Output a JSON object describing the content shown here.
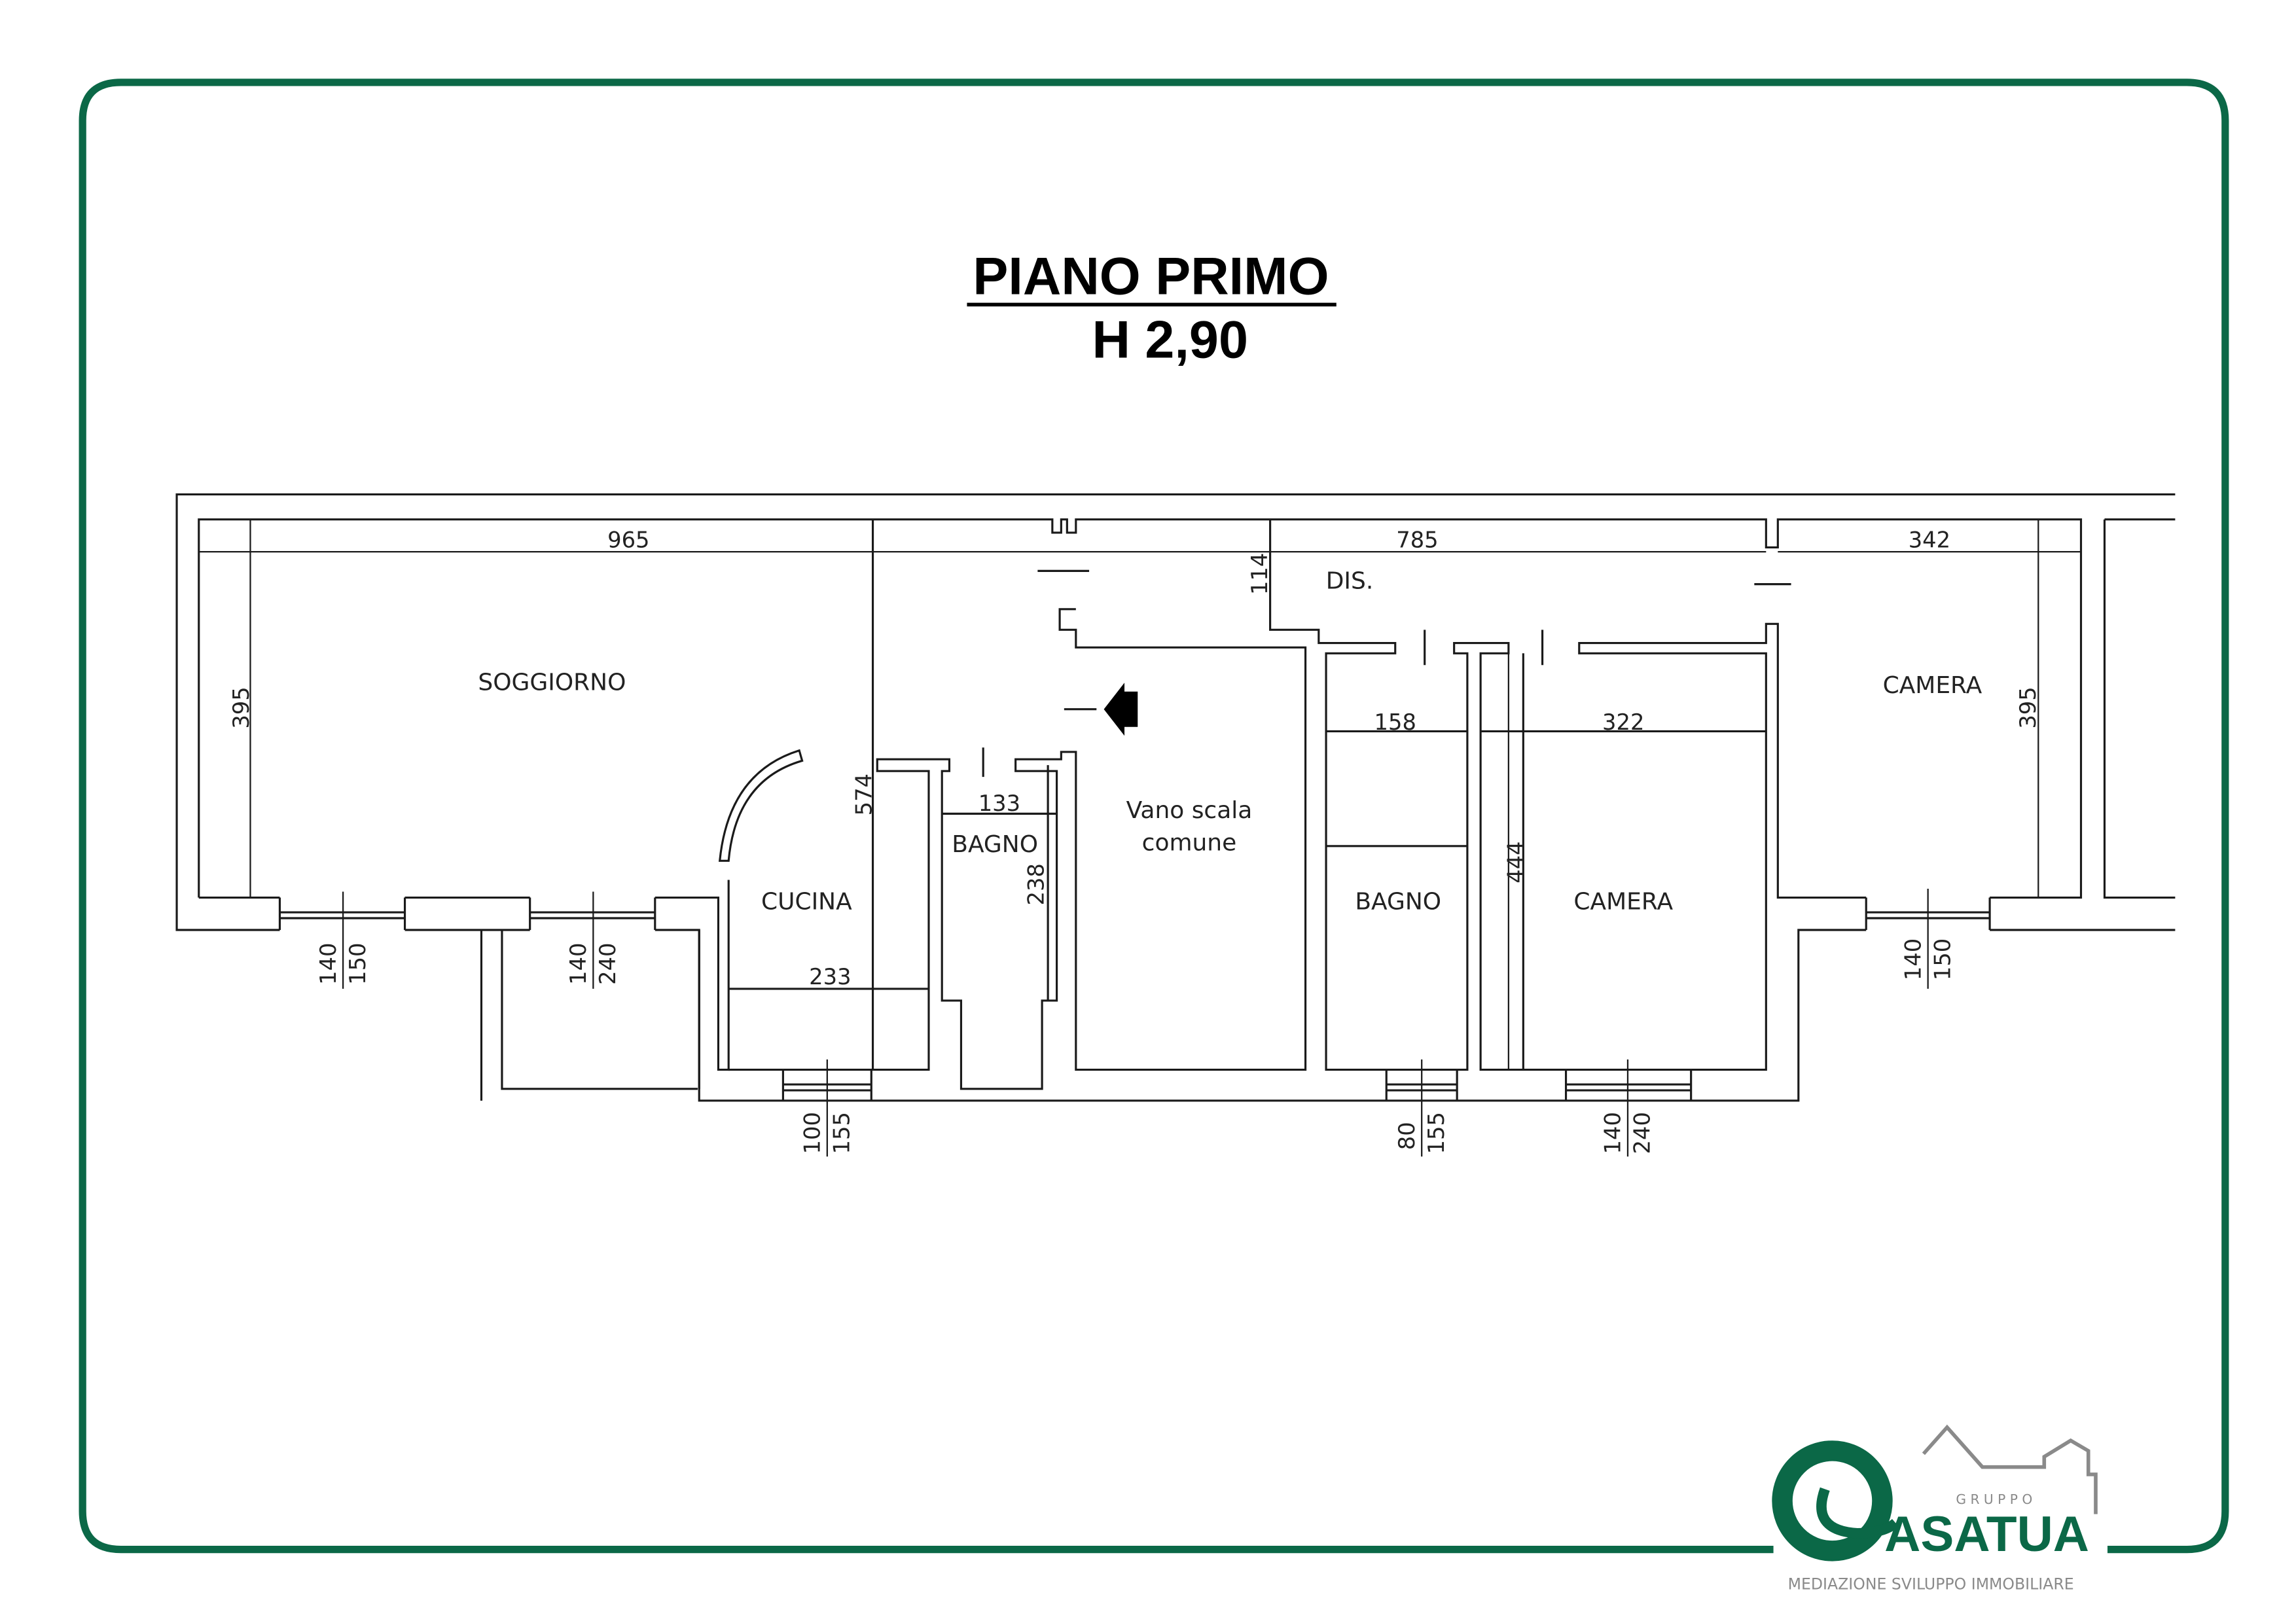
{
  "header": {
    "title": "PIANO PRIMO",
    "height": "H 2,90"
  },
  "rooms": {
    "soggiorno": "SOGGIORNO",
    "cucina": "CUCINA",
    "bagno1": "BAGNO",
    "vano_scala_1": "Vano scala",
    "vano_scala_2": "comune",
    "dis": "DIS.",
    "bagno2": "BAGNO",
    "camera1": "CAMERA",
    "camera2": "CAMERA"
  },
  "dimensions": {
    "d965": "965",
    "d785": "785",
    "d342": "342",
    "d114": "114",
    "d395a": "395",
    "d395b": "395",
    "d574": "574",
    "d133": "133",
    "d238": "238",
    "d233": "233",
    "d158": "158",
    "d322": "322",
    "d444": "444"
  },
  "windows": [
    {
      "h": "140",
      "w": "150"
    },
    {
      "h": "140",
      "w": "240"
    },
    {
      "h": "100",
      "w": "155"
    },
    {
      "h": "80",
      "w": "155"
    },
    {
      "h": "140",
      "w": "240"
    },
    {
      "h": "140",
      "w": "150"
    }
  ],
  "logo": {
    "gruppo": "G R U P P O",
    "name": "ASATUA",
    "tagline": "MEDIAZIONE SVILUPPO IMMOBILIARE"
  },
  "colors": {
    "brand_green": "#0b6847",
    "logo_gray": "#8a8a8a"
  }
}
